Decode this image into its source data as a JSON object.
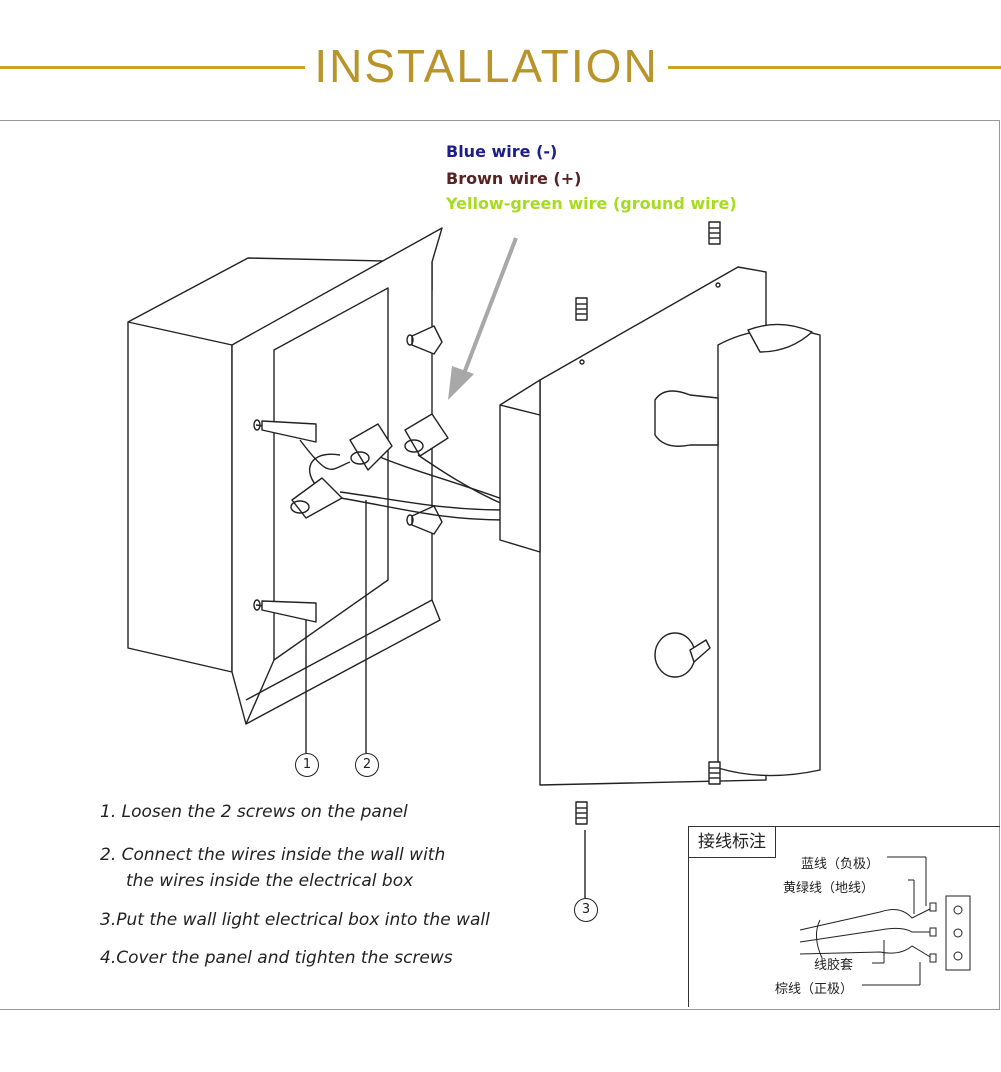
{
  "header": {
    "title": "INSTALLATION"
  },
  "colors": {
    "accent": "#c9a227",
    "blue_wire": "#1d1d8c",
    "brown_wire": "#5a2323",
    "yellow_green_wire": "#a6dc1e"
  },
  "wire_labels": {
    "blue": "Blue wire (-)",
    "brown": "Brown wire (+)",
    "yellow_green": "Yellow-green wire (ground wire)"
  },
  "callouts": {
    "one": "1",
    "two": "2",
    "three": "3"
  },
  "steps": {
    "step1": "1. Loosen the 2 screws on the panel",
    "step2_line1": "2. Connect the wires inside the wall with",
    "step2_line2": "the wires inside the electrical box",
    "step3": "3.Put the wall light electrical box into the wall",
    "step4": "4.Cover the panel and tighten the screws"
  },
  "legend": {
    "title": "接线标注",
    "blue": "蓝线（负极）",
    "yellow_green": "黄绿线（地线）",
    "sheath": "线胶套",
    "brown": "棕线（正极）"
  }
}
